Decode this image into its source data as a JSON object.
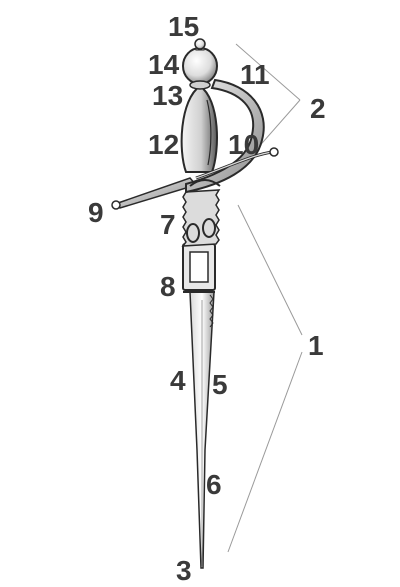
{
  "labels": {
    "n1": "1",
    "n2": "2",
    "n3": "3",
    "n4": "4",
    "n5": "5",
    "n6": "6",
    "n7": "7",
    "n8": "8",
    "n9": "9",
    "n10": "10",
    "n11": "11",
    "n12": "12",
    "n13": "13",
    "n14": "14",
    "n15": "15"
  },
  "colors": {
    "ink": "#2a2a2a",
    "label": "#3a3a3a",
    "leader": "#9a9a9a",
    "metal_light": "#f2f2f2",
    "metal_mid": "#c8c8c8",
    "metal_dark": "#6e6e6e"
  }
}
